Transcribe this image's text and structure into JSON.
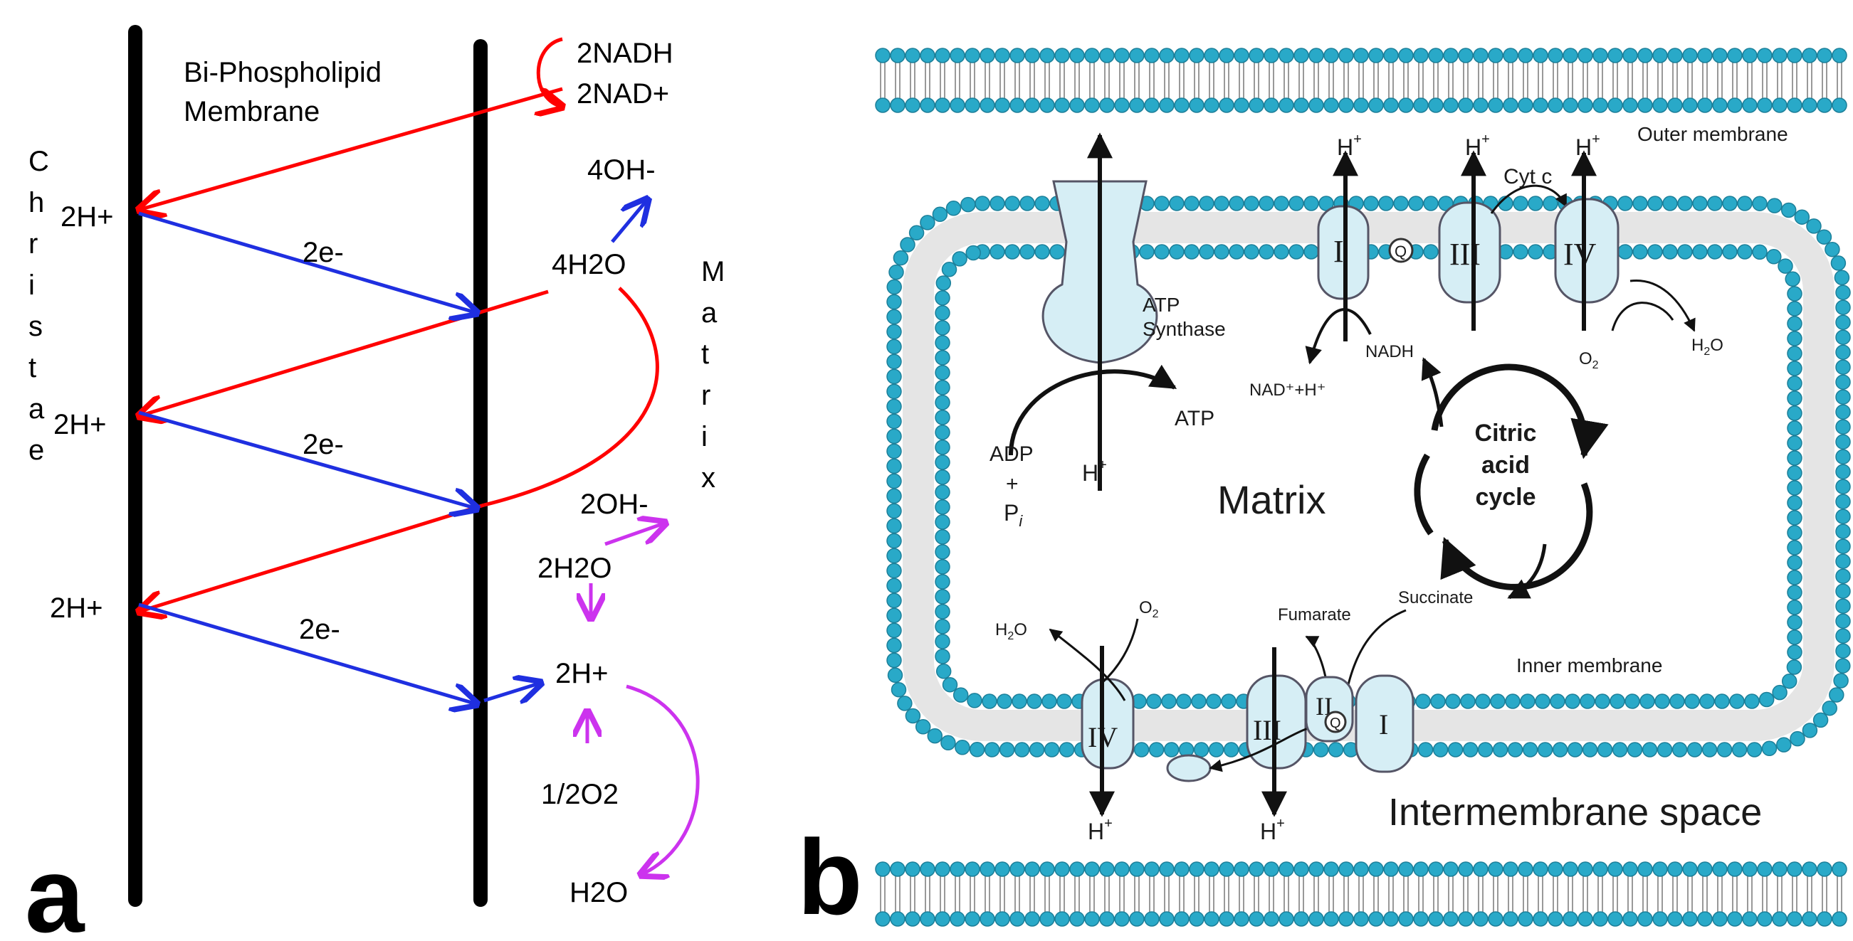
{
  "panel_a": {
    "letter": "a",
    "membrane_label_line1": "Bi-Phospholipid",
    "membrane_label_line2": "Membrane",
    "left_side_label": "Christae",
    "right_side_label": "Matrix",
    "proton_labels": [
      "2H+",
      "2H+",
      "2H+"
    ],
    "electron_labels": [
      "2e-",
      "2e-",
      "2e-"
    ],
    "nadh": "2NADH",
    "nad": "2NAD+",
    "oh4": "4OH-",
    "h2o4": "4H2O",
    "oh2": "2OH-",
    "h2o2": "2H2O",
    "h2plus": "2H+",
    "o2half": "1/2O2",
    "h2o": "H2O",
    "colors": {
      "membrane": "#000000",
      "proton_arrow": "#ff0000",
      "electron_arrow": "#1f2fe0",
      "water_arrow": "#cc33ee"
    }
  },
  "panel_b": {
    "letter": "b",
    "outer_membrane": "Outer membrane",
    "inner_membrane": "Inner membrane",
    "intermembrane_space": "Intermembrane space",
    "matrix": "Matrix",
    "atp_synthase_line1": "ATP",
    "atp_synthase_line2": "Synthase",
    "atp": "ATP",
    "adp_line1": "ADP",
    "adp_line2": "+",
    "adp_line3": "P",
    "adp_line3_sub": "i",
    "h": "H",
    "h_sup": "+",
    "cyt_c": "Cyt c",
    "nadh": "NADH",
    "nad_h": "NAD⁺+H⁺",
    "o2": "O",
    "o2_sub": "2",
    "h2o": "H",
    "h2o_sub": "2",
    "h2o_end": "O",
    "citric_line1": "Citric",
    "citric_line2": "acid",
    "citric_line3": "cycle",
    "succinate": "Succinate",
    "fumarate": "Fumarate",
    "complex_I": "I",
    "complex_II": "II",
    "complex_III": "III",
    "complex_IV": "IV",
    "q": "Q",
    "colors": {
      "lipid_head": "#29a9c8",
      "protein": "#d6eef5",
      "label_grey": "#8a8a80"
    }
  }
}
